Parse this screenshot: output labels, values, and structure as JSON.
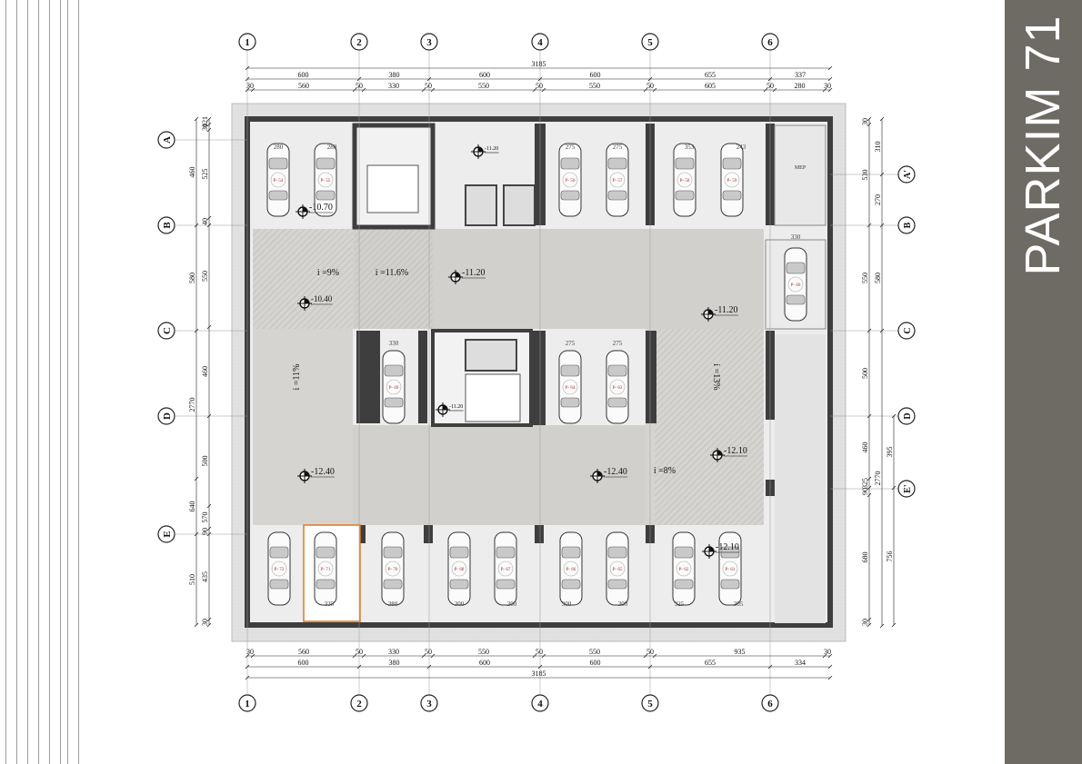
{
  "sheet": {
    "title": "PARKIM 71"
  },
  "grid": {
    "columns": [
      "1",
      "2",
      "3",
      "4",
      "5",
      "6"
    ],
    "rows_left": [
      "A",
      "B",
      "C",
      "D",
      "E"
    ],
    "rows_right": [
      "A'",
      "B",
      "C",
      "D",
      "E'"
    ]
  },
  "dimensions": {
    "top_total": "3185",
    "top_spans": [
      "600",
      "380",
      "600",
      "600",
      "655",
      "337"
    ],
    "top_sub": [
      "30",
      "560",
      "50",
      "330",
      "50",
      "550",
      "50",
      "550",
      "50",
      "605",
      "50",
      "280",
      "30"
    ],
    "bottom_total": "3185",
    "bottom_spans": [
      "600",
      "380",
      "600",
      "600",
      "655",
      "334"
    ],
    "bottom_sub": [
      "30",
      "560",
      "50",
      "330",
      "50",
      "550",
      "50",
      "550",
      "50",
      "935",
      "30"
    ],
    "left_outer": [
      "460",
      "580",
      "2770",
      "640",
      "510"
    ],
    "left_inner": [
      "121",
      "30",
      "525",
      "40",
      "550",
      "460",
      "500",
      "570",
      "90",
      "435",
      "30"
    ],
    "right_outer": [
      "310",
      "270",
      "580",
      "2770",
      "395",
      "756"
    ],
    "right_inner": [
      "30",
      "530",
      "550",
      "500",
      "460",
      "325",
      "90",
      "680",
      "30"
    ]
  },
  "levels": [
    "-11.20",
    "-10.70",
    "-11.20",
    "-10.40",
    "-11.20",
    "-11.20",
    "-12.40",
    "-12.40",
    "-12.10",
    "-12.10"
  ],
  "slopes": [
    "i =9%",
    "i =11.6%",
    "i =11%",
    "i =13%",
    "i =8%"
  ],
  "rooms": {
    "mep": "MEP"
  },
  "parking": {
    "top_row": [
      "P- 54",
      "P- 55",
      "P- 56",
      "P- 57",
      "P- 58",
      "P- 59"
    ],
    "middle": [
      "P- 69",
      "P- 64",
      "P- 63"
    ],
    "side": "P- 60",
    "bottom_row": [
      "P- 72",
      "P- 71",
      "P- 70",
      "P- 68",
      "P- 67",
      "P- 66",
      "P- 65",
      "P- 62",
      "P- 61"
    ]
  },
  "bay_widths": {
    "top": [
      "280",
      "280",
      "275",
      "275",
      "353",
      "243"
    ],
    "middle": [
      "330",
      "275",
      "275"
    ],
    "side": "330",
    "bottom": [
      "335",
      "380",
      "300",
      "300",
      "300",
      "300",
      "325",
      "305"
    ]
  }
}
